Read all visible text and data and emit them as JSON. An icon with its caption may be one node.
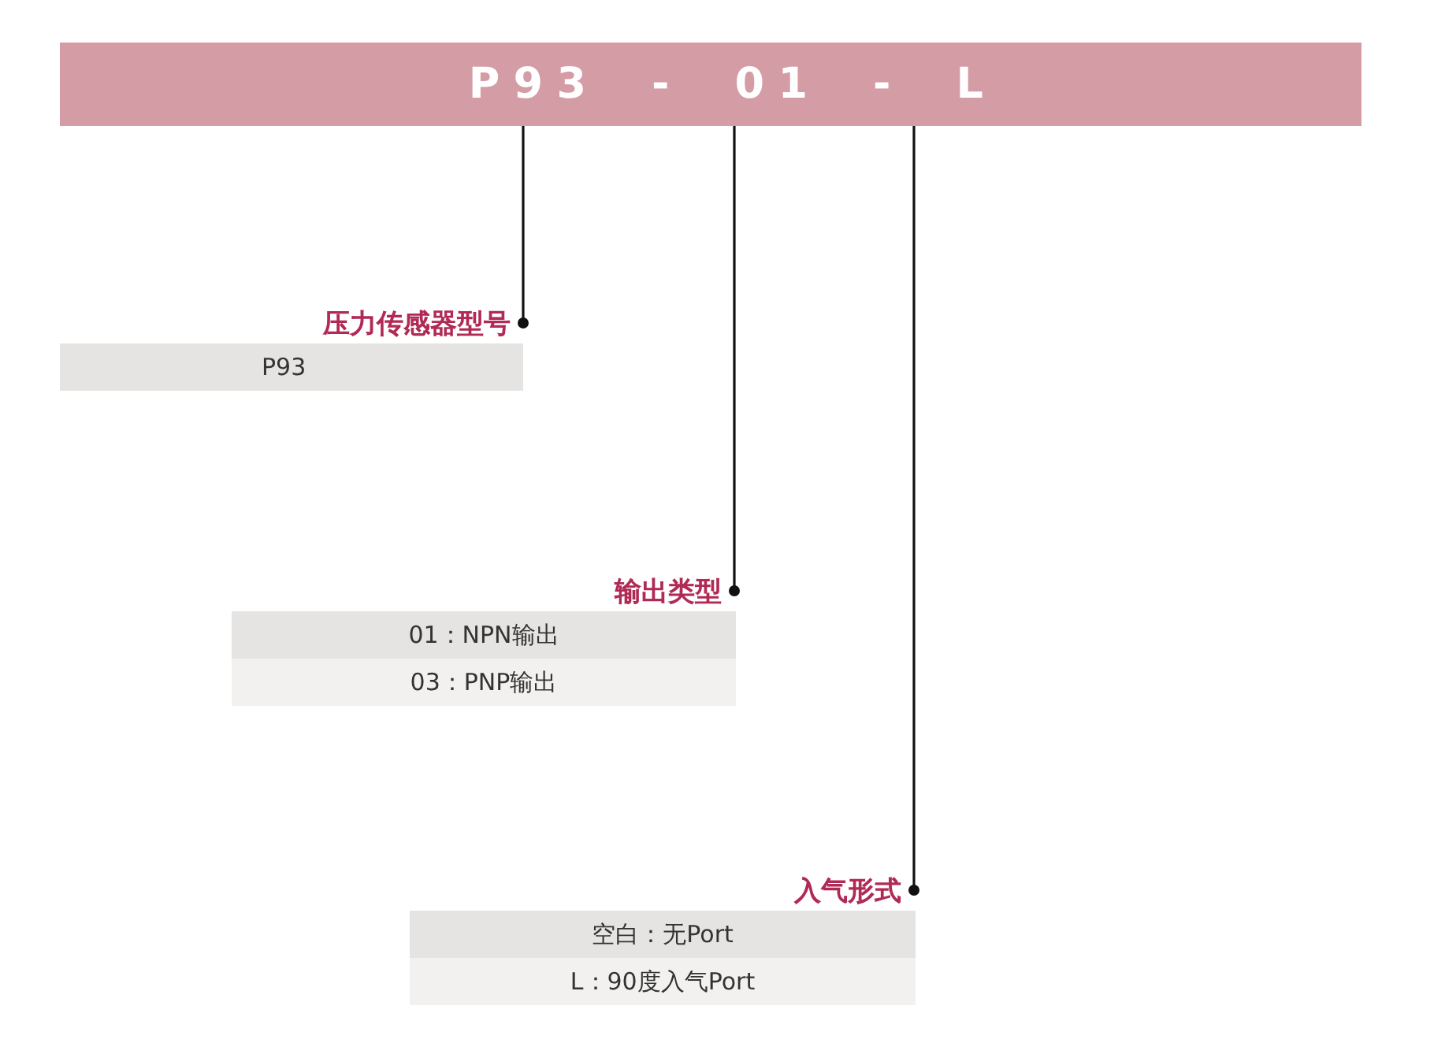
{
  "diagram": {
    "nodes": [
      {
        "text": [
          "P93 - 01 - L"
        ]
      },
      {
        "text": [
          "压力传感器型号"
        ]
      },
      {
        "text": [
          "P93"
        ]
      },
      {
        "text": [
          "输出类型"
        ]
      },
      {
        "text": [
          "01：NPN输出"
        ]
      },
      {
        "text": [
          "03：PNP输出"
        ]
      },
      {
        "text": [
          "入气形式"
        ]
      },
      {
        "text": [
          "空白：无Port"
        ]
      },
      {
        "text": [
          "L：90度入气Port"
        ]
      }
    ],
    "edges": [
      {
        "from": 0,
        "to": 1,
        "arrow": "other"
      },
      {
        "from": 0,
        "to": 3,
        "arrow": "other"
      },
      {
        "from": 0,
        "to": 6,
        "arrow": "other"
      }
    ]
  }
}
